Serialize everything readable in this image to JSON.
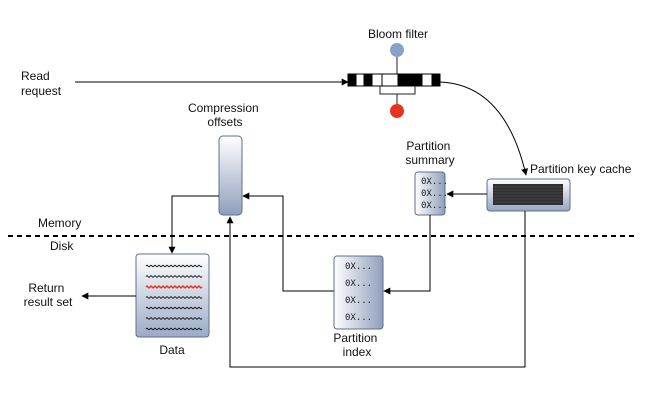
{
  "labels": {
    "bloom_filter": "Bloom filter",
    "read_request": [
      "Read",
      "request"
    ],
    "compression_offsets": [
      "Compression",
      "offsets"
    ],
    "partition_summary": [
      "Partition",
      "summary"
    ],
    "partition_key_cache": "Partition key cache",
    "memory": "Memory",
    "disk": "Disk",
    "return_result_set": [
      "Return",
      "result set"
    ],
    "data": "Data",
    "partition_index": [
      "Partition",
      "index"
    ]
  },
  "partition_summary_entries": [
    "0X...",
    "0X...",
    "0X..."
  ],
  "partition_index_entries": [
    "0X...",
    "0X...",
    "0X...",
    "0X..."
  ],
  "bloom_filter_cells": [
    1,
    0,
    1,
    0,
    0,
    1,
    1,
    0,
    1
  ],
  "colors": {
    "bloom_top_dot": "#8aa1c7",
    "bloom_bottom_dot": "#e63222",
    "data_highlight_line": "#e53a2a",
    "box_light": "#ffffff",
    "box_dark": "#8f9fbc"
  }
}
